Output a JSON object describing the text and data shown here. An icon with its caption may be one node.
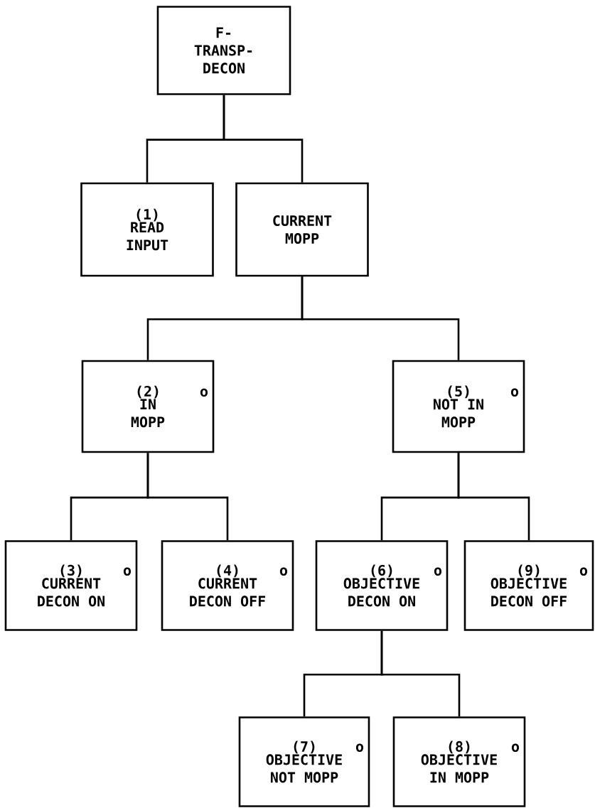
{
  "diagram": {
    "nodes": [
      {
        "text": [
          "F- TRANSP- DECON"
        ]
      },
      {
        "text": [
          "(1)",
          "READ INPUT"
        ]
      },
      {
        "text": [
          "CURRENT MOPP"
        ]
      },
      {
        "text": [
          "(2)",
          "o",
          "IN MOPP"
        ]
      },
      {
        "text": [
          "(5)",
          "o",
          "NOT IN MOPP"
        ]
      },
      {
        "text": [
          "(3)",
          "o",
          "CURRENT DECON ON"
        ]
      },
      {
        "text": [
          "(4)",
          "o",
          "CURRENT DECON OFF"
        ]
      },
      {
        "text": [
          "(6)",
          "o",
          "OBJECTIVE DECON ON"
        ]
      },
      {
        "text": [
          "(9)",
          "o",
          "OBJECTIVE DECON OFF"
        ]
      },
      {
        "text": [
          "(7)",
          "o",
          "OBJECTIVE NOT MOPP"
        ]
      },
      {
        "text": [
          "(8)",
          "o",
          "OBJECTIVE IN MOPP"
        ]
      }
    ],
    "edges": [
      {
        "from": 0,
        "to": 1,
        "arrow": "none"
      },
      {
        "from": 0,
        "to": 2,
        "arrow": "none"
      },
      {
        "from": 2,
        "to": 3,
        "arrow": "none"
      },
      {
        "from": 2,
        "to": 4,
        "arrow": "none"
      },
      {
        "from": 3,
        "to": 5,
        "arrow": "none"
      },
      {
        "from": 3,
        "to": 6,
        "arrow": "none"
      },
      {
        "from": 4,
        "to": 7,
        "arrow": "none"
      },
      {
        "from": 4,
        "to": 8,
        "arrow": "none"
      },
      {
        "from": 7,
        "to": 9,
        "arrow": "none"
      },
      {
        "from": 7,
        "to": 10,
        "arrow": "none"
      }
    ]
  }
}
